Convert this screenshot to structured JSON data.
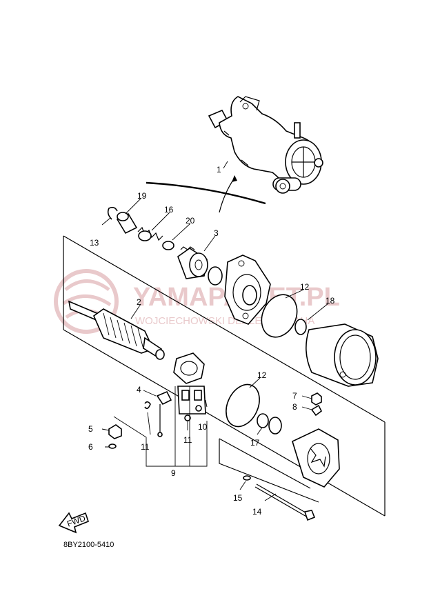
{
  "watermark": {
    "brand": "YAMAPAKIET.PL",
    "subtitle": "WOJCIECHOWSKI DEALER YAMAHA"
  },
  "diagram_code": "8BY2100-5410",
  "fwd_label": "FWD",
  "callouts": [
    {
      "id": "c1",
      "text": "1"
    },
    {
      "id": "c19",
      "text": "19"
    },
    {
      "id": "c16",
      "text": "16"
    },
    {
      "id": "c20",
      "text": "20"
    },
    {
      "id": "c3",
      "text": "3"
    },
    {
      "id": "c13",
      "text": "13"
    },
    {
      "id": "c2",
      "text": "2"
    },
    {
      "id": "c12a",
      "text": "12"
    },
    {
      "id": "c18",
      "text": "18"
    },
    {
      "id": "c12b",
      "text": "12"
    },
    {
      "id": "c4",
      "text": "4"
    },
    {
      "id": "c7",
      "text": "7"
    },
    {
      "id": "c8",
      "text": "8"
    },
    {
      "id": "c5",
      "text": "5"
    },
    {
      "id": "c10",
      "text": "10"
    },
    {
      "id": "c6",
      "text": "6"
    },
    {
      "id": "c11a",
      "text": "11"
    },
    {
      "id": "c11b",
      "text": "11"
    },
    {
      "id": "c17",
      "text": "17"
    },
    {
      "id": "c9",
      "text": "9"
    },
    {
      "id": "c15",
      "text": "15"
    },
    {
      "id": "c14",
      "text": "14"
    }
  ],
  "colors": {
    "ink": "#000000",
    "watermark": "#e9c9cb",
    "background": "#ffffff"
  }
}
